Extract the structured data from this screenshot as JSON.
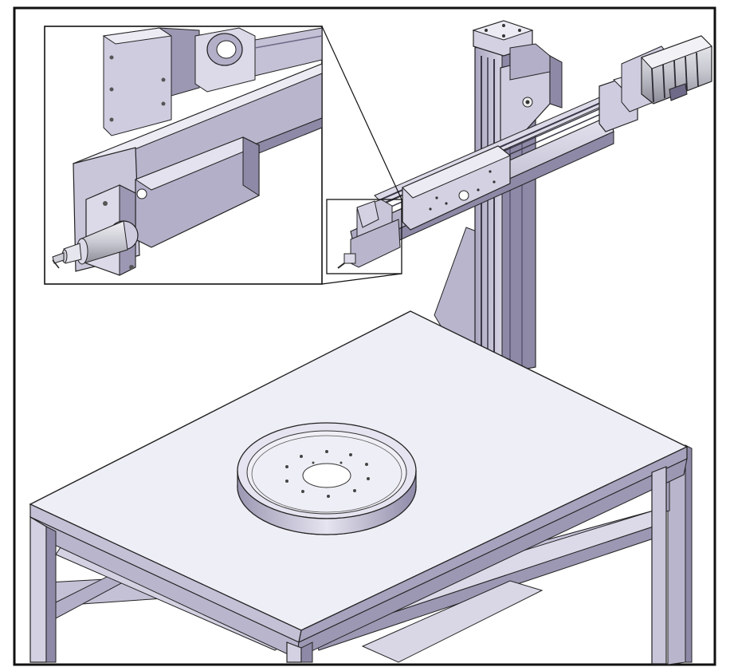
{
  "figure": {
    "kind": "cad-isometric-rendering",
    "background": "#ffffff",
    "frame_color": "#111111",
    "colors": {
      "metal_light": "#dcdae8",
      "metal_mid": "#b9b5cc",
      "metal_dark": "#8e89a6",
      "metal_shadow": "#6f6a88",
      "table_top": "#eeeef6",
      "table_edge": "#c4c1d6",
      "rail_dark": "#3a3848",
      "motor_dark": "#2b2a33",
      "motor_light": "#e6e6ee",
      "line": "#222222"
    },
    "components": [
      "worktable",
      "turntable-ring",
      "vertical-column",
      "column-gusset",
      "horizontal-arm",
      "servo-motor",
      "tool-spindle",
      "detail-inset",
      "callout-lines"
    ]
  }
}
